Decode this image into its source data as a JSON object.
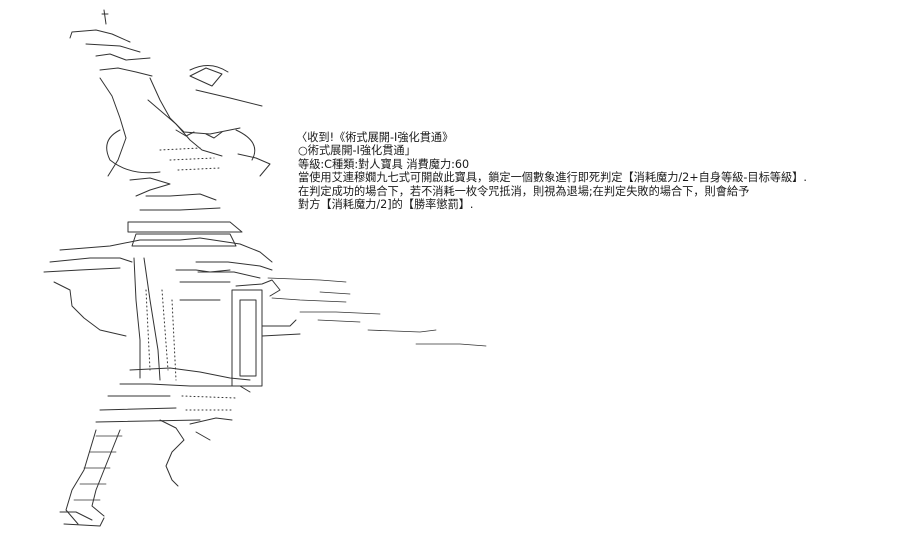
{
  "caption": {
    "header": "〈收到!《術式展開-Ⅰ強化貫通》",
    "skill_name": "○術式展開-Ⅰ強化貫通」",
    "stats": "等級:C種類:對人寶具 消費魔力:60",
    "desc_1": "當使用艾連穆嫺九七式可開啟此寶具，鎖定一個數象進行即死判定【消耗魔力/2+自身等級-目标等級】.",
    "desc_2": "在判定成功的場合下，若不消耗一枚令咒抵消，則視為退場;在判定失敗的場合下，則會給予",
    "desc_3": "對方【消耗魔力/2]的【勝率懲罰】."
  },
  "art": {
    "icon": "ascii-art-figure-icon"
  }
}
